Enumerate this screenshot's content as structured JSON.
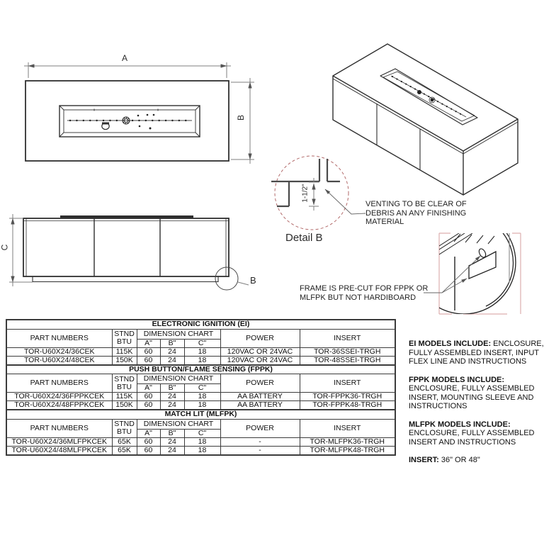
{
  "top_view": {
    "dim_a": "A",
    "dim_b": "B"
  },
  "front_view": {
    "dim_c": "C",
    "detail_callout": "B"
  },
  "detail_b": {
    "title": "Detail B",
    "dimension": "1-1/2\"",
    "venting_note": [
      "VENTING TO BE CLEAR OF",
      "DEBRIS AN ANY FINISHING",
      "MATERIAL"
    ]
  },
  "frame_detail": {
    "note": [
      "FRAME IS PRE-CUT FOR FPPK OR",
      "MLFPK BUT NOT HARDIBOARD"
    ]
  },
  "spec_table": {
    "headers": {
      "part": "PART NUMBERS",
      "stnd": "STND",
      "btu": "BTU",
      "dim_chart": "DIMENSION CHART",
      "a": "A\"",
      "b": "B\"",
      "c": "C\"",
      "power": "POWER",
      "insert": "INSERT"
    },
    "sections": [
      {
        "title": "ELECTRONIC IGNITION (EI)",
        "rows": [
          {
            "part": "TOR-U60X24/36CEK",
            "btu": "115K",
            "a": "60",
            "b": "24",
            "c": "18",
            "power": "120VAC OR 24VAC",
            "insert": "TOR-36SSEI-TRGH"
          },
          {
            "part": "TOR-U60X24/48CEK",
            "btu": "150K",
            "a": "60",
            "b": "24",
            "c": "18",
            "power": "120VAC OR 24VAC",
            "insert": "TOR-48SSEI-TRGH"
          }
        ]
      },
      {
        "title": "PUSH BUTTON/FLAME SENSING (FPPK)",
        "rows": [
          {
            "part": "TOR-U60X24/36FPPKCEK",
            "btu": "115K",
            "a": "60",
            "b": "24",
            "c": "18",
            "power": "AA BATTERY",
            "insert": "TOR-FPPK36-TRGH"
          },
          {
            "part": "TOR-U60X24/48FPPKCEK",
            "btu": "150K",
            "a": "60",
            "b": "24",
            "c": "18",
            "power": "AA BATTERY",
            "insert": "TOR-FPPK48-TRGH"
          }
        ]
      },
      {
        "title": "MATCH LIT (MLFPK)",
        "rows": [
          {
            "part": "TOR-U60X24/36MLFPKCEK",
            "btu": "65K",
            "a": "60",
            "b": "24",
            "c": "18",
            "power": "-",
            "insert": "TOR-MLFPK36-TRGH"
          },
          {
            "part": "TOR-U60X24/48MLFPKCEK",
            "btu": "65K",
            "a": "60",
            "b": "24",
            "c": "18",
            "power": "-",
            "insert": "TOR-MLFPK48-TRGH"
          }
        ]
      }
    ]
  },
  "side_notes": {
    "ei_title": "EI MODELS INCLUDE:",
    "ei_body": " ENCLOSURE, FULLY ASSEMBLED INSERT, INPUT FLEX LINE AND INSTRUCTIONS",
    "fppk_title": "FPPK MODELS INCLUDE:",
    "fppk_body": " ENCLOSURE, FULLY ASSEMBLED INSERT, MOUNTING SLEEVE AND INSTRUCTIONS",
    "mlfpk_title": "MLFPK MODELS INCLUDE:",
    "mlfpk_body": " ENCLOSURE, FULLY ASSEMBLED INSERT AND INSTRUCTIONS",
    "insert_title": "INSERT:",
    "insert_body": " 36\" OR 48\""
  },
  "colors": {
    "line": "#2f2f2f",
    "dim": "#7f7f7f",
    "detail_red": "#b26a6a",
    "clip_pink": "#ddafaf"
  }
}
